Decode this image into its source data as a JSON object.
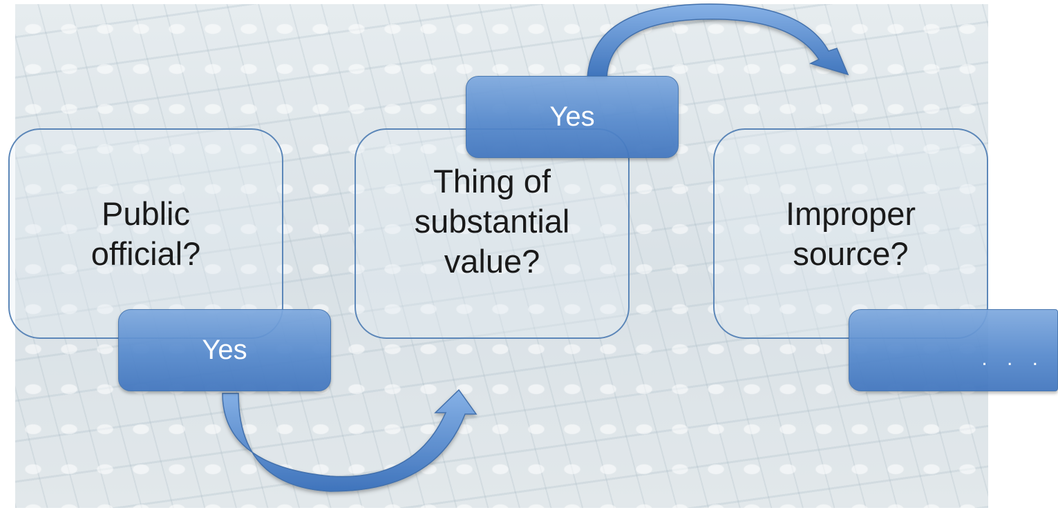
{
  "diagram": {
    "steps": [
      {
        "question": "Public\nofficial?",
        "answer": "Yes"
      },
      {
        "question": "Thing of\nsubstantial\nvalue?",
        "answer": "Yes"
      },
      {
        "question": "Improper\nsource?",
        "answer": ". . ."
      }
    ]
  },
  "colors": {
    "accent": "#5b8fd6",
    "box_border": "#5b86b8",
    "answer_text": "#ffffff",
    "question_text": "#1a1a1a"
  },
  "icons": {
    "connector_1": "curved-arrow-icon",
    "connector_2": "curved-arrow-icon"
  }
}
